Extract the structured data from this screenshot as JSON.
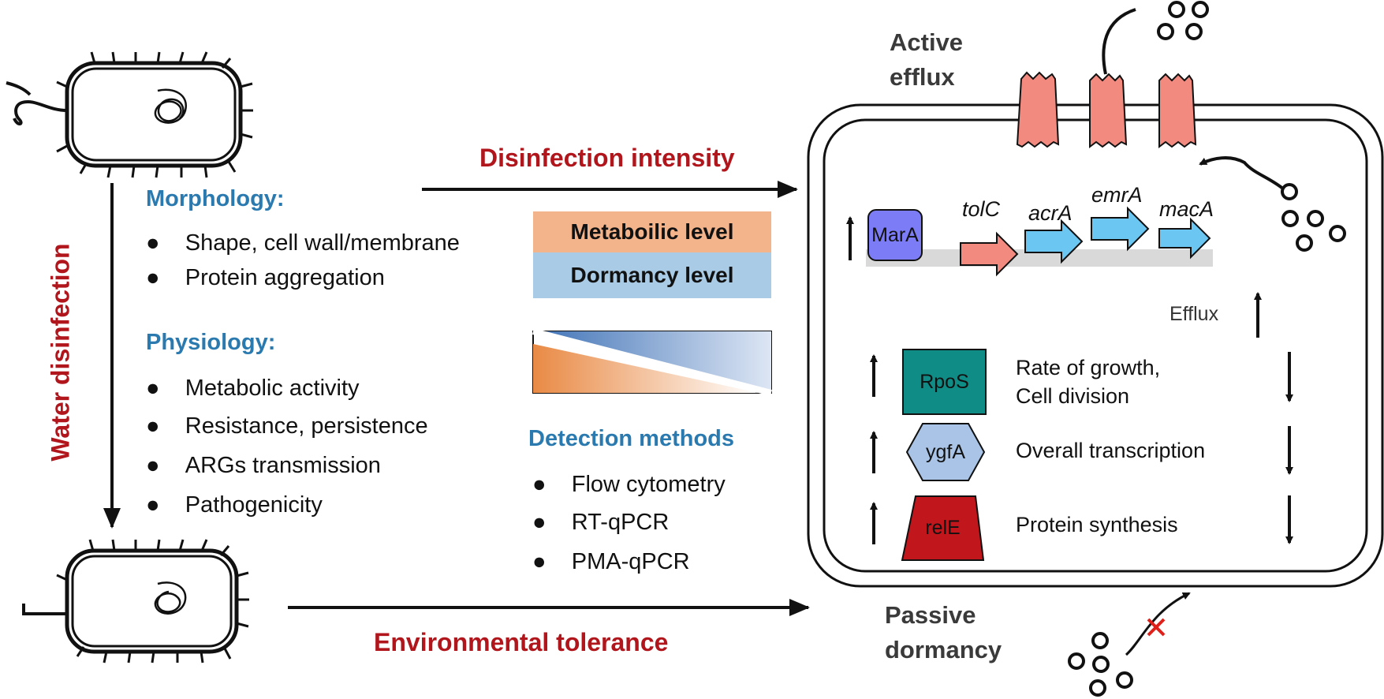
{
  "left": {
    "morphology_heading": "Morphology:",
    "morphology_items": [
      "Shape, cell wall/membrane",
      "Protein aggregation"
    ],
    "physiology_heading": "Physiology:",
    "physiology_items": [
      "Metabolic activity",
      "Resistance, persistence",
      "ARGs transmission",
      "Pathogenicity"
    ],
    "vertical_label": "Water disinfection"
  },
  "middle": {
    "top_arrow_label": "Disinfection intensity",
    "bottom_arrow_label": "Environmental tolerance",
    "metabolic_box": "Metaboilic level",
    "dormancy_box": "Dormancy level",
    "detection_heading": "Detection methods",
    "detection_items": [
      "Flow cytometry",
      "RT-qPCR",
      "PMA-qPCR"
    ]
  },
  "right": {
    "active_efflux": "Active\nefflux",
    "passive_dormancy": "Passive\ndormancy",
    "genes": [
      "tolC",
      "acrA",
      "emrA",
      "macA"
    ],
    "regulators": {
      "mara": "MarA",
      "rpos": "RpoS",
      "ygfa": "ygfA",
      "rele": "relE"
    },
    "efflux_label": "Efflux",
    "effects": {
      "growth": "Rate of growth,\nCell division",
      "transcription": "Overall transcription",
      "protein": "Protein synthesis"
    }
  },
  "colors": {
    "red_text": "#b0161c",
    "blue_text": "#2a7ab0",
    "metabolic": "#f3b48b",
    "dormancy": "#a9cbe6",
    "pump": "#f28a80",
    "mara": "#7c7cf6",
    "rpos": "#0f8c86",
    "ygfa": "#a9c4e6",
    "rele": "#c0161c",
    "gene_red": "#f28a80",
    "gene_blue": "#6cc6f2"
  }
}
